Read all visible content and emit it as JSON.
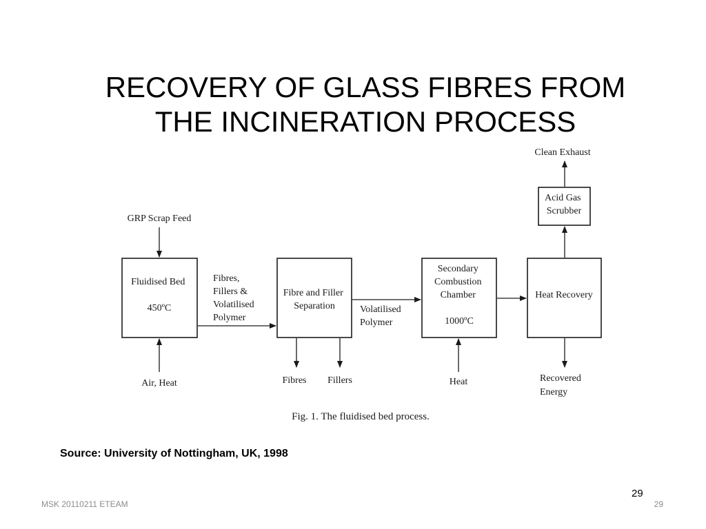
{
  "title": {
    "line1": "RECOVERY OF GLASS FIBRES FROM",
    "line2": "THE INCINERATION PROCESS"
  },
  "diagram": {
    "caption": "Fig. 1.  The fluidised bed process.",
    "nodes": {
      "fluidised_bed": [
        "Fluidised Bed",
        "450ºC"
      ],
      "separation": [
        "Fibre and Filler",
        "Separation"
      ],
      "combustion": [
        "Secondary",
        "Combustion",
        "Chamber",
        "1000ºC"
      ],
      "heat_recovery": [
        "Heat Recovery"
      ],
      "scrubber": [
        "Acid Gas",
        "Scrubber"
      ]
    },
    "flows": {
      "scrap_feed": [
        "GRP Scrap Feed"
      ],
      "air_heat": [
        "Air, Heat"
      ],
      "bed_output": [
        "Fibres,",
        "Fillers &",
        "Volatilised",
        "Polymer"
      ],
      "volatilised": [
        "Volatilised",
        "Polymer"
      ],
      "fibres": [
        "Fibres"
      ],
      "fillers": [
        "Fillers"
      ],
      "heat": [
        "Heat"
      ],
      "recovered_energy": [
        "Recovered",
        "Energy"
      ],
      "clean_exhaust": [
        "Clean Exhaust"
      ]
    }
  },
  "source": "Source: University of Nottingham, UK, 1998",
  "slide_number": "29",
  "footer": {
    "left": "MSK 20110211 ETEAM",
    "right": "29"
  }
}
